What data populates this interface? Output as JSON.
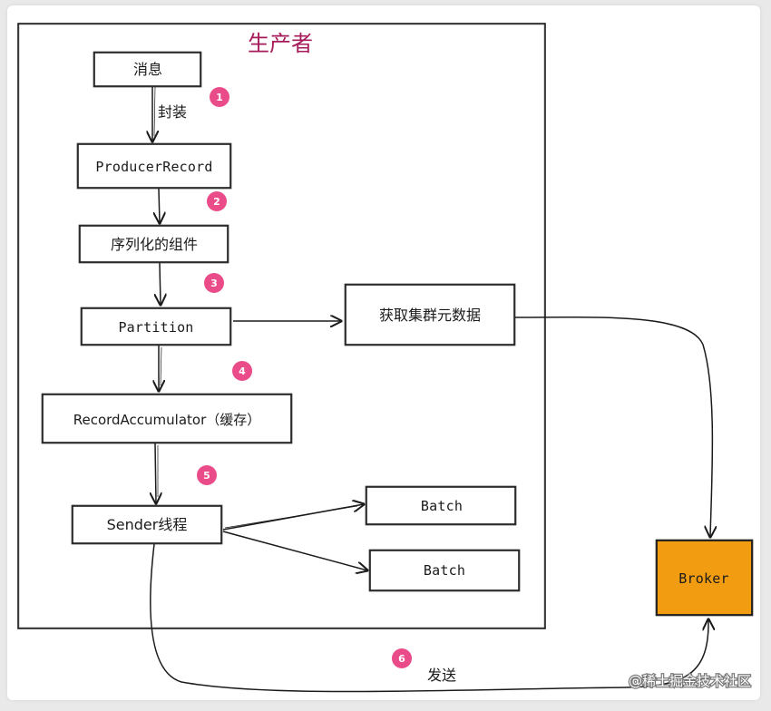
{
  "producer_title": "生产者",
  "nodes": {
    "message": "消息",
    "producer_record": "ProducerRecord",
    "serializer": "序列化的组件",
    "partition": "Partition",
    "metadata": "获取集群元数据",
    "accumulator": "RecordAccumulator（缓存）",
    "sender": "Sender线程",
    "batch_1": "Batch",
    "batch_2": "Batch",
    "broker": "Broker"
  },
  "edge_labels": {
    "wrap": "封装",
    "send": "发送"
  },
  "steps": [
    "1",
    "2",
    "3",
    "4",
    "5",
    "6"
  ],
  "watermark": "@稀土掘金技术社区",
  "colors": {
    "title": "#a61b5a",
    "badge": "#ea4c89",
    "broker_fill": "#f29c11",
    "stroke": "#1b1b1b"
  }
}
